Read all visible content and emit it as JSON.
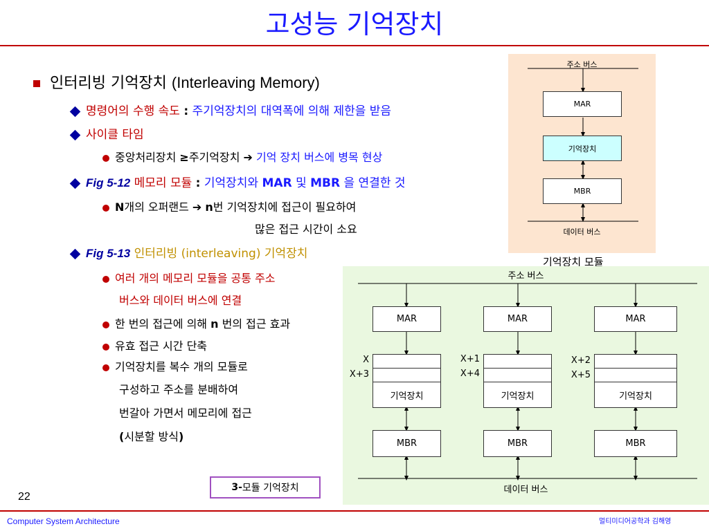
{
  "title": "고성능 기억장치",
  "l1": {
    "ko": "인터리빙 기억장치",
    "en": "(Interleaving Memory)"
  },
  "d1": {
    "a": "명령어의 수행 속도",
    "b": ":",
    "c": "주기억장치의 대역폭에 의해 제한을 받음"
  },
  "d2": "사이클 타임",
  "c1": {
    "a": "중앙처리장치",
    "b": "≥",
    "c": "주기억장치",
    "arrow": "➔",
    "d": "기억 장치 버스에 병목 현상"
  },
  "d3": {
    "fig": "Fig 5-12",
    "a": "메모리 모듈",
    "b": ":",
    "c": "기억장치와",
    "d": "MAR",
    "e": "및",
    "f": "MBR",
    "g": "을 연결한 것"
  },
  "c2": {
    "a": "N",
    "b": "개의 오퍼랜드",
    "arrow": "➔",
    "c": "n",
    "d": "번 기억장치에 접근이 필요하여"
  },
  "c2b": "많은 접근 시간이 소요",
  "d4": {
    "fig": "Fig 5-13",
    "a": "인터리빙",
    "b": "(interleaving)",
    "c": "기억장치"
  },
  "c3": {
    "a": "여러 개의 메모리 모듈을 공통 주소",
    "b": "버스와  데이터 버스에 연결"
  },
  "c4": {
    "a": "한 번의 접근에 의해",
    "b": "n",
    "c": "번의 접근 효과"
  },
  "c5": "유효 접근 시간 단축",
  "c6": {
    "a": "기억장치를 복수 개의 모듈로",
    "b": "구성하고 주소를 분배하여",
    "c": "번갈아 가면서 메모리에 접근",
    "d1": "(",
    "d2": "시분할 방식",
    "d3": ")"
  },
  "small_diagram": {
    "addr_bus": "주소 버스",
    "mar": "MAR",
    "mem": "기억장치",
    "mbr": "MBR",
    "data_bus": "데이터 버스",
    "caption": "기억장치 모듈"
  },
  "big_diagram": {
    "addr_bus": "주소 버스",
    "data_bus": "데이터 버스",
    "modules": [
      {
        "mar": "MAR",
        "a1": "X",
        "a2": "X+3",
        "mem": "기억장치",
        "mbr": "MBR"
      },
      {
        "mar": "MAR",
        "a1": "X+1",
        "a2": "X+4",
        "mem": "기억장치",
        "mbr": "MBR"
      },
      {
        "mar": "MAR",
        "a1": "X+2",
        "a2": "X+5",
        "mem": "기억장치",
        "mbr": "MBR"
      }
    ],
    "caption_num": "3-",
    "caption_text": "모듈 기억장치"
  },
  "page_number": "22",
  "footer_left": "Computer System Architecture",
  "footer_right": "멀티미디어공학과 김해영",
  "colors": {
    "title": "#1a1aff",
    "rule": "#c00000",
    "bullet": "#c00000",
    "diamond": "#0000a0",
    "gold": "#c09000",
    "small_bg": "#fde5d0",
    "big_bg": "#eaf8e0",
    "mem_fill": "#ccffff"
  }
}
